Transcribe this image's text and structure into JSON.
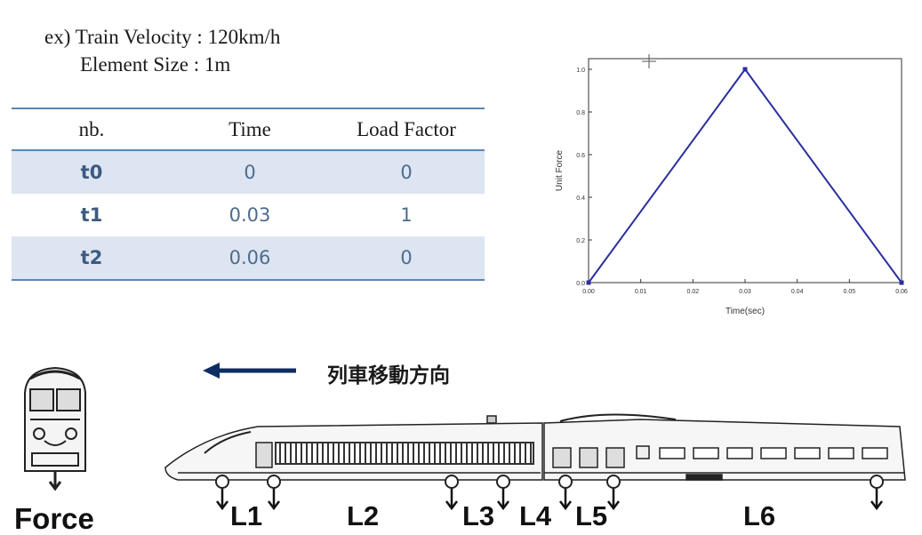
{
  "header": {
    "line1": "ex) Train Velocity : 120km/h",
    "line2": "Element Size : 1m"
  },
  "table": {
    "headers": [
      "nb.",
      "Time",
      "Load Factor"
    ],
    "rows": [
      [
        "t0",
        "0",
        "0"
      ],
      [
        "t1",
        "0.03",
        "1"
      ],
      [
        "t2",
        "0.06",
        "0"
      ]
    ]
  },
  "chart_data": {
    "type": "line",
    "xlabel": "Time(sec)",
    "ylabel": "Unit Force",
    "xlim": [
      0.0,
      0.06
    ],
    "ylim": [
      0.0,
      1.05
    ],
    "xticks": [
      "0.00",
      "0.01",
      "0.02",
      "0.03",
      "0.04",
      "0.05",
      "0.06"
    ],
    "yticks": [
      "0.0",
      "0.2",
      "0.4",
      "0.6",
      "0.8",
      "1.0"
    ],
    "grid": false,
    "series": [
      {
        "x": [
          0.0,
          0.03,
          0.06
        ],
        "y": [
          0.0,
          1.0,
          0.0
        ],
        "color": "#2b2f9e"
      }
    ]
  },
  "diagram": {
    "direction_label": "列車移動方向",
    "force_label": "Force",
    "segments": [
      "L1",
      "L2",
      "L3",
      "L4",
      "L5",
      "L6"
    ],
    "arrow_color": "#0d2d63"
  }
}
